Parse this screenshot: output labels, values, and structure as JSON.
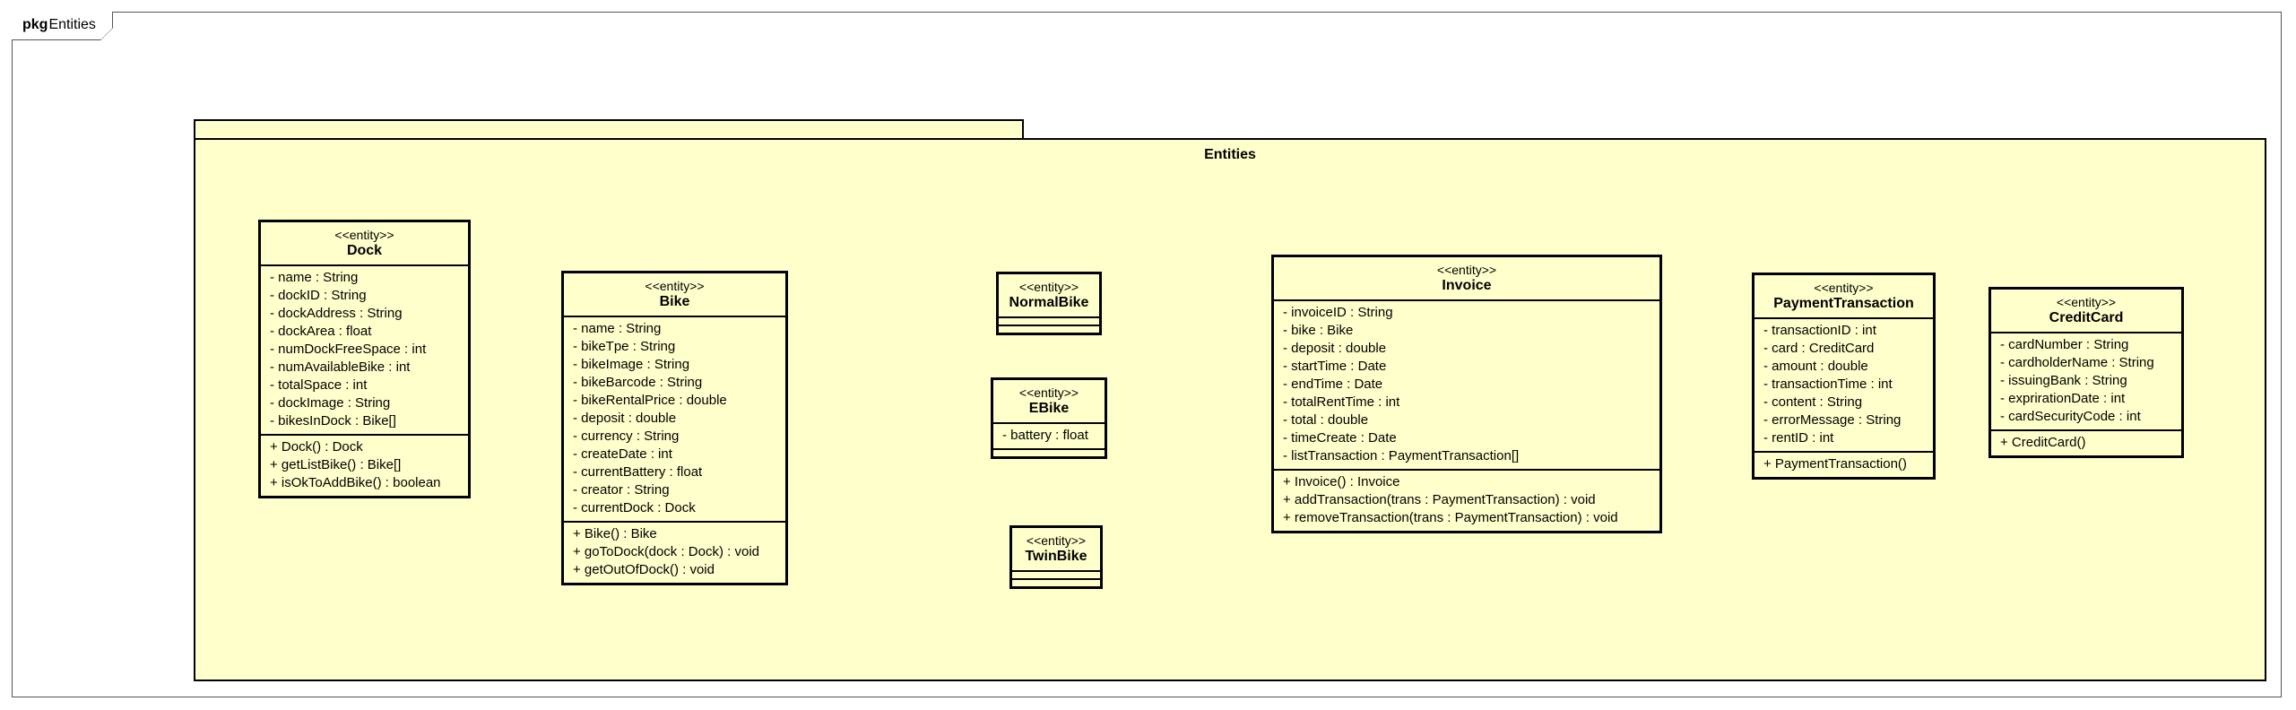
{
  "frame": {
    "keyword": "pkg",
    "name": "Entities"
  },
  "package": {
    "name": "Entities"
  },
  "classes": {
    "dock": {
      "stereotype": "<<entity>>",
      "name": "Dock",
      "attributes": [
        "- name : String",
        "- dockID : String",
        "- dockAddress : String",
        "- dockArea : float",
        "- numDockFreeSpace : int",
        "- numAvailableBike : int",
        "- totalSpace : int",
        "- dockImage : String",
        "- bikesInDock : Bike[]"
      ],
      "operations": [
        "+ Dock() : Dock",
        "+ getListBike() : Bike[]",
        "+ isOkToAddBike() : boolean"
      ]
    },
    "bike": {
      "stereotype": "<<entity>>",
      "name": "Bike",
      "attributes": [
        "- name : String",
        "- bikeTpe : String",
        "- bikeImage : String",
        "- bikeBarcode : String",
        "- bikeRentalPrice : double",
        "- deposit : double",
        "- currency : String",
        "- createDate : int",
        "- currentBattery : float",
        "- creator : String",
        "- currentDock : Dock"
      ],
      "operations": [
        "+ Bike() : Bike",
        "+ goToDock(dock : Dock) : void",
        "+ getOutOfDock() : void"
      ]
    },
    "normalbike": {
      "stereotype": "<<entity>>",
      "name": "NormalBike",
      "attributes": [],
      "operations": []
    },
    "ebike": {
      "stereotype": "<<entity>>",
      "name": "EBike",
      "attributes": [
        "- battery : float"
      ],
      "operations": []
    },
    "twinbike": {
      "stereotype": "<<entity>>",
      "name": "TwinBike",
      "attributes": [],
      "operations": []
    },
    "invoice": {
      "stereotype": "<<entity>>",
      "name": "Invoice",
      "attributes": [
        "- invoiceID : String",
        "- bike : Bike",
        "- deposit : double",
        "- startTime : Date",
        "- endTime : Date",
        "- totalRentTime : int",
        "- total : double",
        "- timeCreate : Date",
        "- listTransaction : PaymentTransaction[]"
      ],
      "operations": [
        "+ Invoice() : Invoice",
        "+ addTransaction(trans : PaymentTransaction) : void",
        "+ removeTransaction(trans : PaymentTransaction) : void"
      ]
    },
    "paymenttransaction": {
      "stereotype": "<<entity>>",
      "name": "PaymentTransaction",
      "attributes": [
        "- transactionID : int",
        "- card : CreditCard",
        "- amount : double",
        "- transactionTime : int",
        "- content : String",
        "- errorMessage : String",
        "- rentID : int"
      ],
      "operations": [
        "+ PaymentTransaction()"
      ]
    },
    "creditcard": {
      "stereotype": "<<entity>>",
      "name": "CreditCard",
      "attributes": [
        "- cardNumber : String",
        "- cardholderName : String",
        "- issuingBank : String",
        "- exprirationDate : int",
        "- cardSecurityCode : int"
      ],
      "operations": [
        "+ CreditCard()"
      ]
    }
  }
}
